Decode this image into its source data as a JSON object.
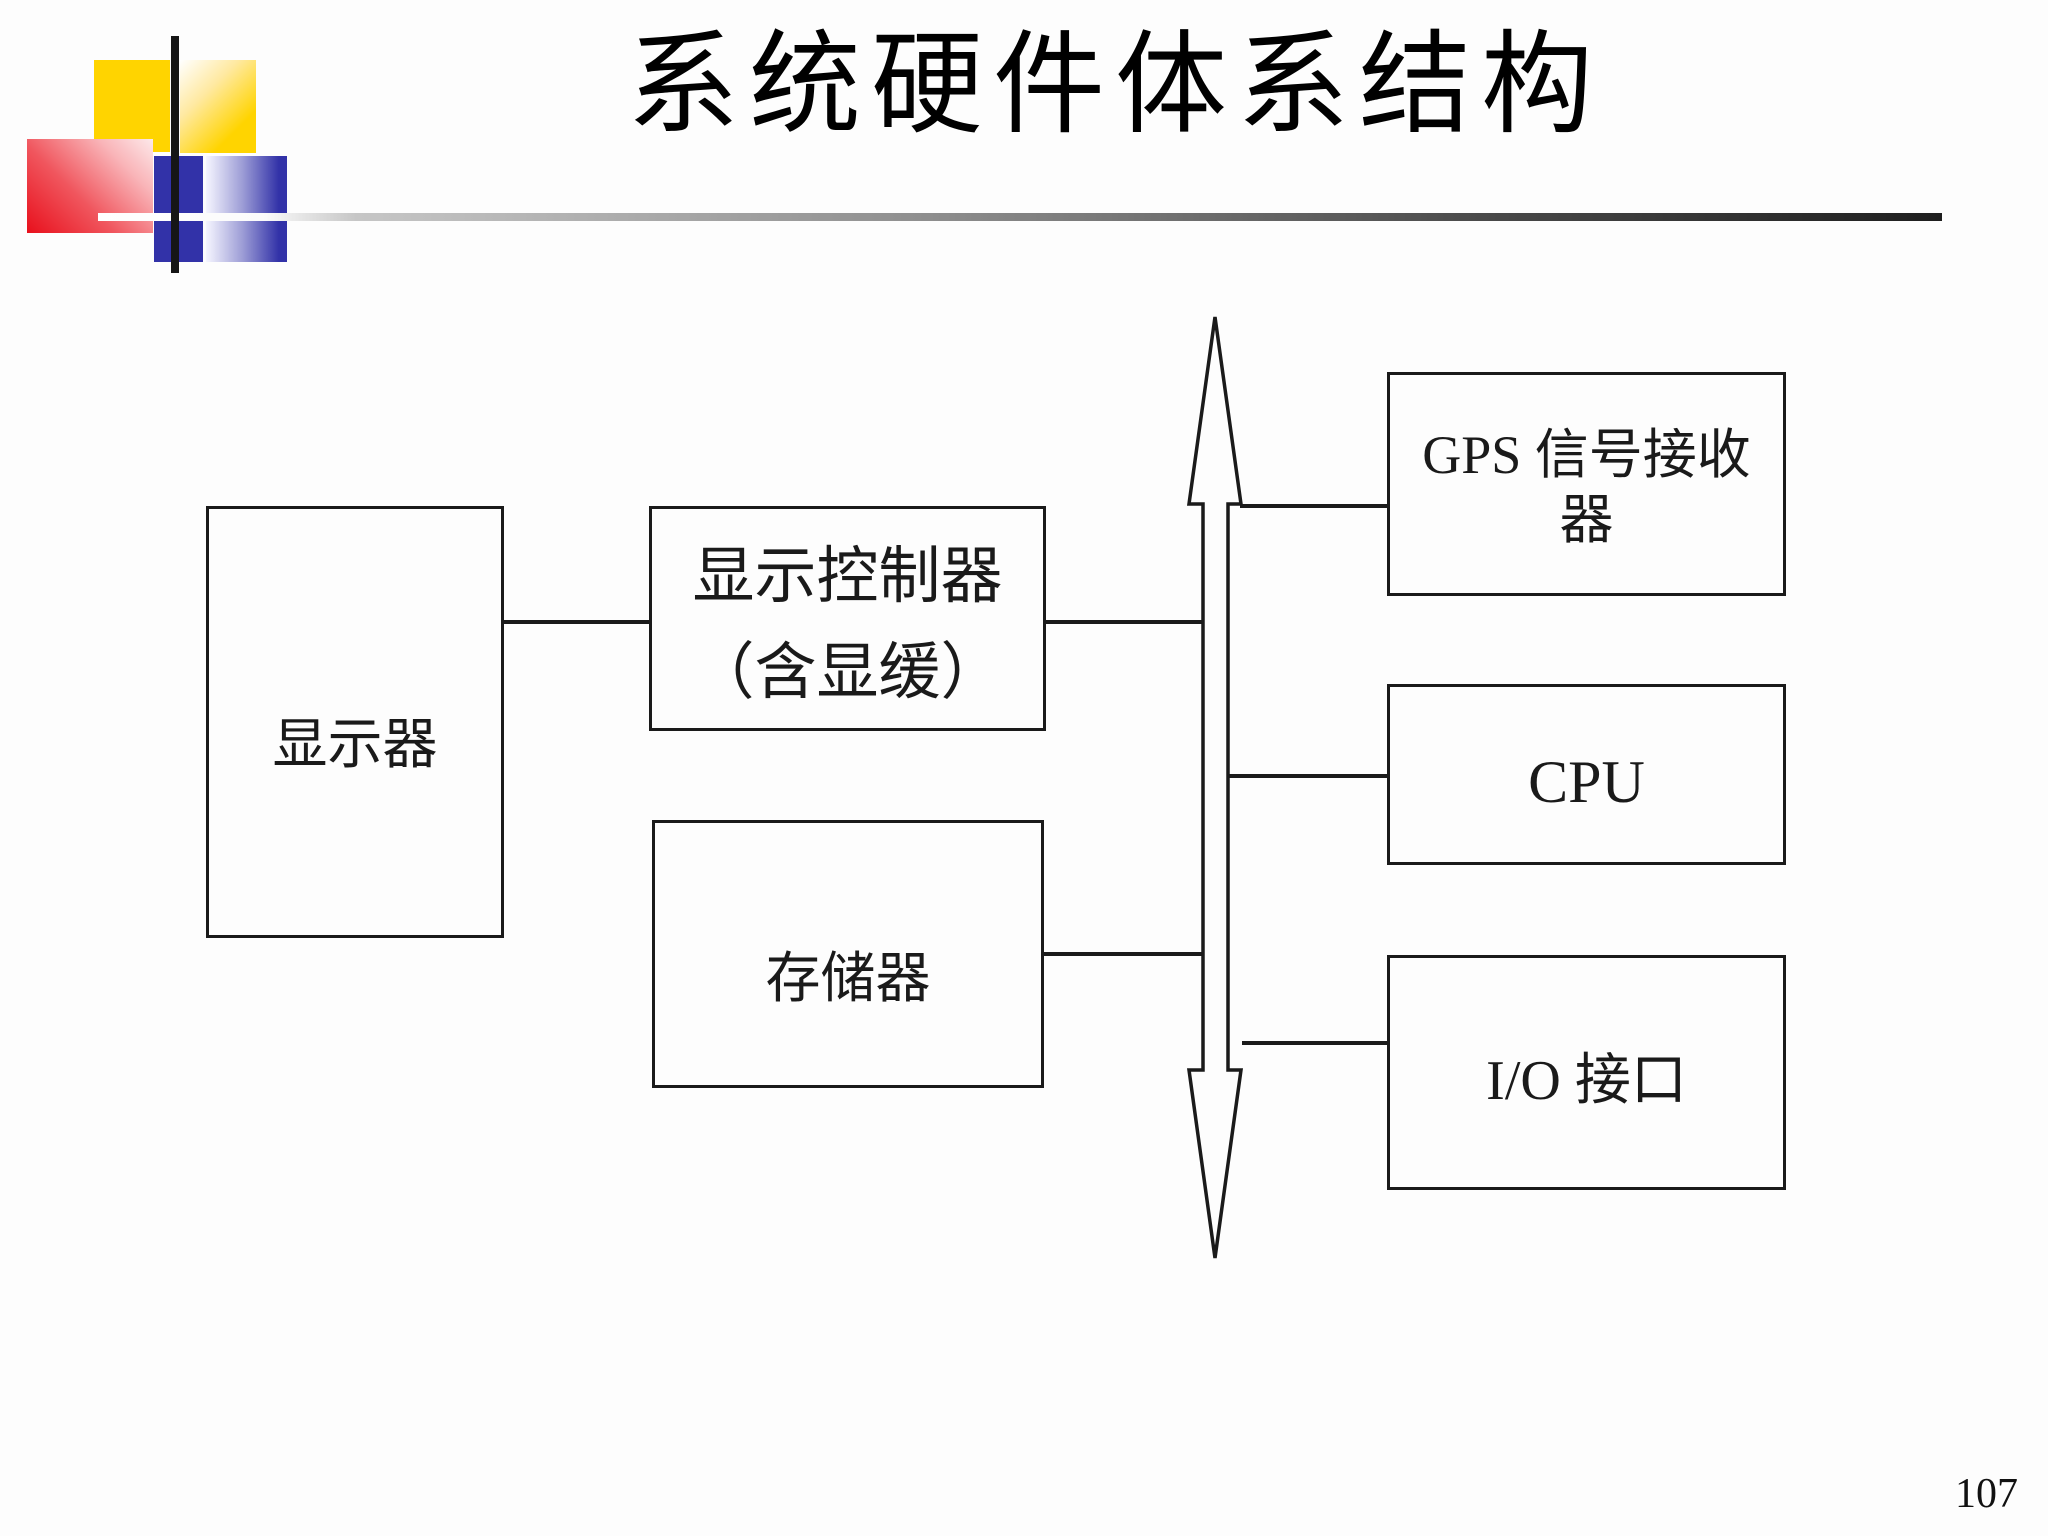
{
  "slide": {
    "title": "系统硬件体系结构",
    "page_number": "107"
  },
  "colors": {
    "ink": "#1a1a1a",
    "logo_yellow": "#ffd400",
    "logo_red": "#e8101c",
    "logo_blue": "#3232a8"
  },
  "diagram": {
    "nodes": [
      {
        "id": "display",
        "line1": "显示器",
        "line2": ""
      },
      {
        "id": "display-controller",
        "line1": "显示控制器",
        "line2": "（含显缓）"
      },
      {
        "id": "memory",
        "line1": "存储器",
        "line2": ""
      },
      {
        "id": "gps-receiver",
        "line1": "GPS 信号接收",
        "line2": "器"
      },
      {
        "id": "cpu",
        "line1": "CPU",
        "line2": ""
      },
      {
        "id": "io-interface",
        "line1": "I/O 接口",
        "line2": ""
      }
    ]
  }
}
